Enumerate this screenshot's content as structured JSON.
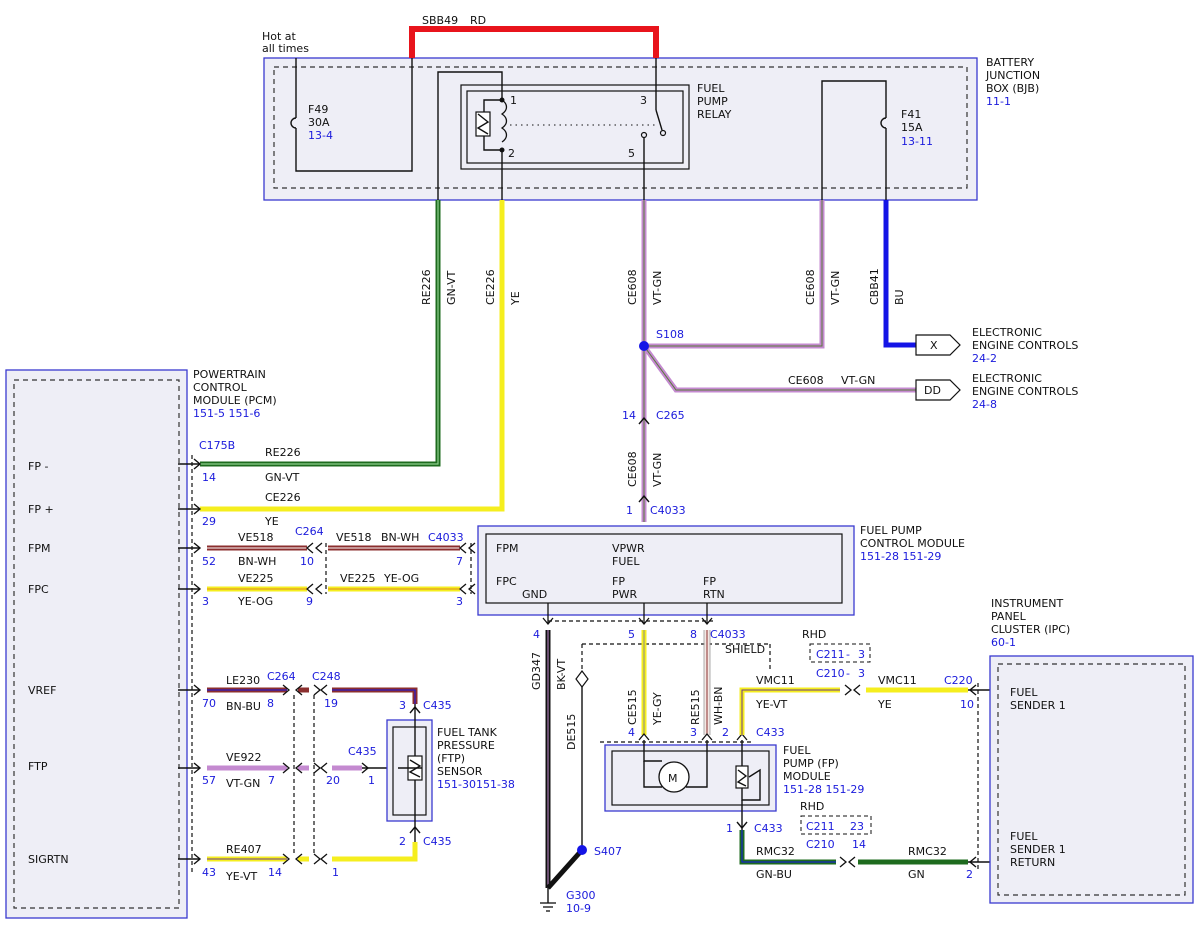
{
  "colors": {
    "red": "#e8141c",
    "green": "#1e6b1e",
    "yellow": "#f5ee1e",
    "violet": "#c48ad0",
    "blue": "#1414e6",
    "brown": "#8b2e2e",
    "white": "#ffffff",
    "black": "#111111",
    "gray": "#8a8a8a",
    "label_blue": "#1a1adc"
  },
  "top": {
    "hot_line1": "Hot at",
    "hot_line2": "all times",
    "sbb49": "SBB49",
    "rd": "RD"
  },
  "bjb": {
    "title": [
      "BATTERY",
      "JUNCTION",
      "BOX (BJB)"
    ],
    "ref": "11-1",
    "f49": [
      "F49",
      "30A"
    ],
    "f49_ref": "13-4",
    "f41": [
      "F41",
      "15A"
    ],
    "f41_ref": "13-11",
    "relay": [
      "FUEL",
      "PUMP",
      "RELAY"
    ],
    "pin1": "1",
    "pin2": "2",
    "pin3": "3",
    "pin5": "5"
  },
  "wires_vertical": {
    "re226": "RE226",
    "gn_vt": "GN-VT",
    "ce226": "CE226",
    "ye": "YE",
    "ce608": "CE608",
    "vt_gn": "VT-GN",
    "ce608b": "CE608",
    "vt_gnb": "VT-GN",
    "cbb41": "CBB41",
    "bu": "BU"
  },
  "s108": "S108",
  "eec1": {
    "connector": "X",
    "lines": [
      "ELECTRONIC",
      "ENGINE CONTROLS"
    ],
    "ref": "24-2"
  },
  "eec2": {
    "connector": "DD",
    "lines": [
      "ELECTRONIC",
      "ENGINE CONTROLS"
    ],
    "ref": "24-8",
    "circuit": "CE608",
    "color": "VT-GN"
  },
  "c265": {
    "pin": "14",
    "name": "C265"
  },
  "c4033_top": {
    "pin": "1",
    "name": "C4033"
  },
  "ce608_mid": {
    "circuit": "CE608",
    "color": "VT-GN"
  },
  "pcm": {
    "title": [
      "POWERTRAIN",
      "CONTROL",
      "MODULE (PCM)"
    ],
    "refs": "151-5   151-6",
    "pins": [
      "FP -",
      "FP +",
      "FPM",
      "FPC",
      "VREF",
      "FTP",
      "SIGRTN"
    ]
  },
  "c175b": "C175B",
  "fp_minus": {
    "pin": "14",
    "circuit": "RE226",
    "color": "GN-VT"
  },
  "fp_plus": {
    "pin": "29",
    "circuit": "CE226",
    "color": "YE"
  },
  "fpm": {
    "pin": "52",
    "circuit": "VE518",
    "color": "BN-WH",
    "c264": "C264",
    "c264_pin": "10",
    "circuit2": "VE518",
    "color2": "BN-WH",
    "c4033": "C4033",
    "pin_end": "7"
  },
  "fpc": {
    "pin": "3",
    "circuit": "VE225",
    "color": "YE-OG",
    "c264_pin": "9",
    "circuit2": "VE225",
    "color2": "YE-OG",
    "pin_end": "3"
  },
  "fpcm": {
    "title": [
      "FUEL PUMP",
      "CONTROL MODULE"
    ],
    "refs": "151-28   151-29",
    "fpm": "FPM",
    "fpc": "FPC",
    "vpwr": [
      "VPWR",
      "FUEL"
    ],
    "gnd": "GND",
    "fp_pwr": [
      "FP",
      "PWR"
    ],
    "fp_rtn": [
      "FP",
      "RTN"
    ]
  },
  "c4033_bot": {
    "pin4": "4",
    "pin5": "5",
    "pin8": "8",
    "name": "C4033",
    "shield": "SHIELD"
  },
  "gd347": {
    "circuit": "GD347",
    "color": "BK-VT"
  },
  "de515": "DE515",
  "ce515": {
    "circuit": "CE515",
    "color": "YE-GY"
  },
  "re515": {
    "circuit": "RE515",
    "color": "WH-BN"
  },
  "s407": "S407",
  "g300": {
    "name": "G300",
    "ref": "10-9"
  },
  "vref": {
    "pin": "70",
    "circuit": "LE230",
    "color": "BN-BU",
    "c264": "C264",
    "c264_pin": "8",
    "c248": "C248",
    "c248_pin": "19",
    "c435_pin": "3",
    "c435": "C435"
  },
  "ftp": {
    "pin": "57",
    "circuit": "VE922",
    "color": "VT-GN",
    "c264_pin": "7",
    "c435": "C435",
    "c435_pin": "20",
    "sensor_pin": "1"
  },
  "sigrtn": {
    "pin": "43",
    "circuit": "RE407",
    "color": "YE-VT",
    "c264_pin": "14",
    "c248_pin": "1",
    "c435_pin": "2",
    "c435": "C435"
  },
  "ftp_sensor": {
    "title": [
      "FUEL TANK",
      "PRESSURE",
      "(FTP)",
      "SENSOR"
    ],
    "refs": "151-30151-38"
  },
  "fp_module": {
    "title": [
      "FUEL",
      "PUMP (FP)",
      "MODULE"
    ],
    "refs": "151-28   151-29",
    "pin4": "4",
    "pin3": "3",
    "pin2": "2",
    "pin1": "1",
    "c433": "C433",
    "c433b": "C433",
    "motor": "M"
  },
  "rhd1": {
    "label": "RHD",
    "c211": "C211",
    "dash": "-",
    "pin": "3",
    "c210": "C210",
    "pin2": "3"
  },
  "rhd2": {
    "label": "RHD",
    "c211": "C211",
    "pin": "23",
    "c210": "C210",
    "pin2": "14"
  },
  "vmc11": {
    "circuit": "VMC11",
    "color": "YE-VT",
    "circuit2": "VMC11",
    "color2": "YE",
    "c220": "C220",
    "pin": "10"
  },
  "rmc32": {
    "circuit": "RMC32",
    "color": "GN-BU",
    "circuit2": "RMC32",
    "color2": "GN",
    "pin": "2"
  },
  "ipc": {
    "title": [
      "INSTRUMENT",
      "PANEL",
      "CLUSTER (IPC)"
    ],
    "ref": "60-1",
    "sender": [
      "FUEL",
      "SENDER 1"
    ],
    "sender_return": [
      "FUEL",
      "SENDER 1",
      "RETURN"
    ]
  }
}
